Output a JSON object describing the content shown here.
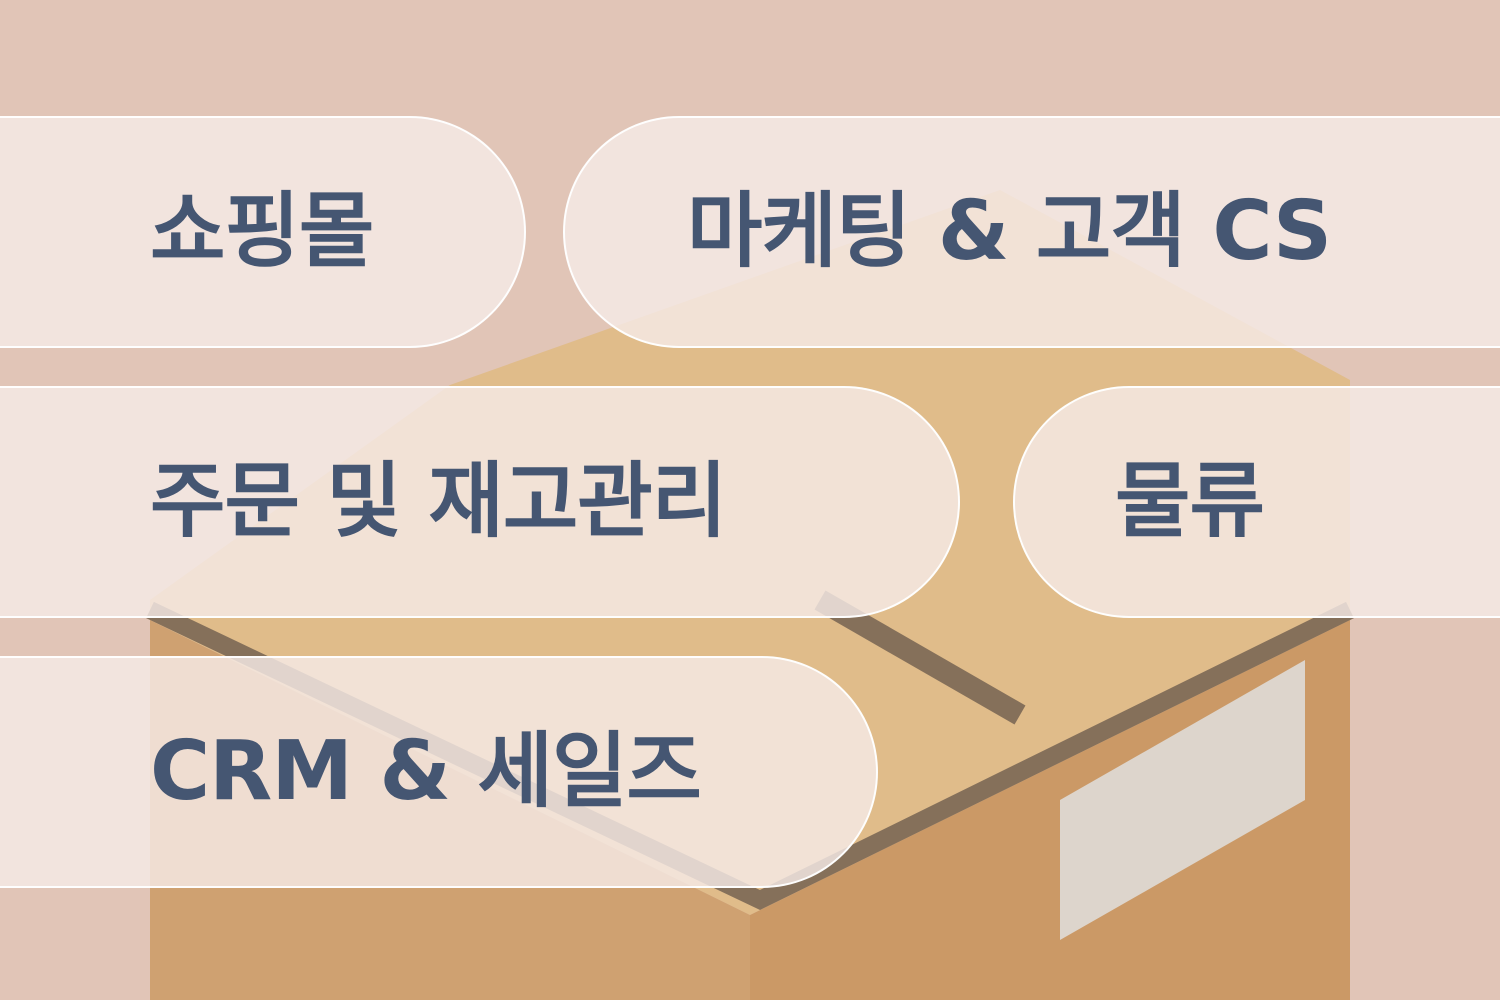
{
  "tags": {
    "shopping": "쇼핑몰",
    "marketing": "마케팅 & 고객 CS",
    "order": "주문 및 재고관리",
    "logistics": "물류",
    "crm": "CRM & 세일즈"
  },
  "colors": {
    "background": "#E1C5B7",
    "pill_fill": "#F5EAE6",
    "pill_text": "#455672",
    "box_top": "#E0BC8A",
    "box_front": "#CB9966",
    "box_seam": "#85705A",
    "label": "#DDD5CC"
  },
  "icons": {
    "illustration": "cardboard-box-icon"
  }
}
